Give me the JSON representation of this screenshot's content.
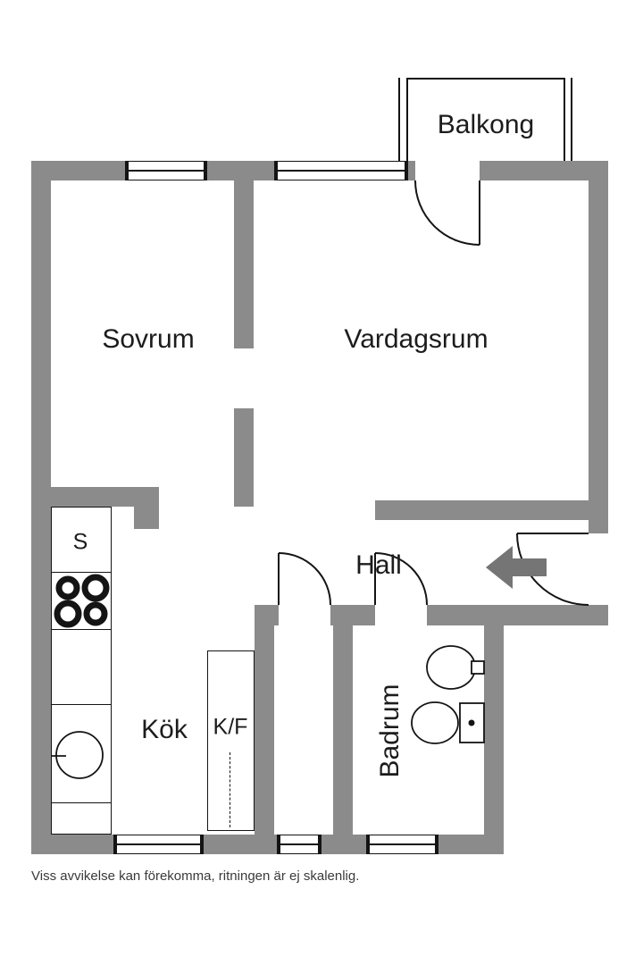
{
  "plan": {
    "labels": {
      "balcony": "Balkong",
      "bedroom": "Sovrum",
      "living_room": "Vardagsrum",
      "hall": "Hall",
      "kitchen": "Kök",
      "fridge_freezer": "K/F",
      "bathroom": "Badrum",
      "cleaning_closet": "S"
    },
    "colors": {
      "wall": "#8b8b8b",
      "outline": "#141414",
      "arrow": "#757575",
      "text": "#1c1c1c",
      "background": "#ffffff"
    },
    "icons": {
      "entry-arrow-icon": "entry direction arrow pointing into hall",
      "stove-icon": "four burner stove",
      "kitchen-sink-icon": "round kitchen sink",
      "washbasin-icon": "bathroom washbasin",
      "toilet-icon": "toilet with tank",
      "door-arc": "door swing arc",
      "window": "window symbol"
    }
  },
  "footer": {
    "disclaimer": "Viss avvikelse kan förekomma, ritningen är ej skalenlig."
  }
}
